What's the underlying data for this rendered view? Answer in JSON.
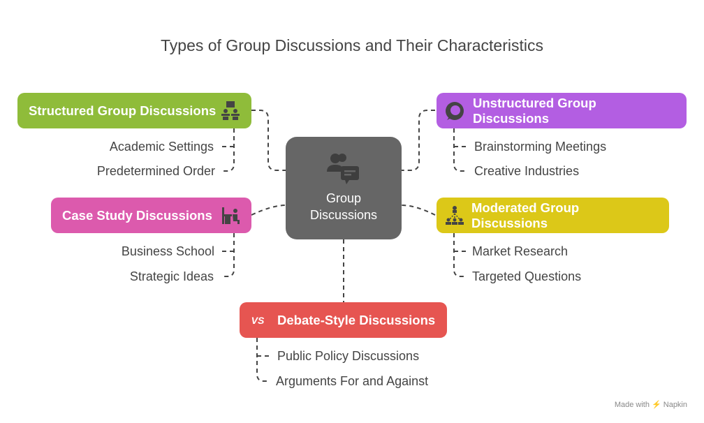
{
  "title": "Types of Group Discussions and Their Characteristics",
  "center": {
    "line1": "Group",
    "line2": "Discussions",
    "icon": "people-chat-icon"
  },
  "nodes": [
    {
      "label": "Structured Group Discussions",
      "color": "#8fbc3a",
      "icon": "presenter-audience-icon",
      "items": [
        "Academic Settings",
        "Predetermined Order"
      ]
    },
    {
      "label": "Unstructured Group Discussions",
      "color": "#b35ee2",
      "icon": "chat-bubble-icon",
      "items": [
        "Brainstorming Meetings",
        "Creative Industries"
      ]
    },
    {
      "label": "Case Study Discussions",
      "color": "#dc5aad",
      "icon": "desk-study-icon",
      "items": [
        "Business School",
        "Strategic Ideas"
      ]
    },
    {
      "label": "Moderated Group Discussions",
      "color": "#dcc818",
      "icon": "hierarchy-people-icon",
      "items": [
        "Market Research",
        "Targeted Questions"
      ]
    },
    {
      "label": "Debate-Style Discussions",
      "color": "#e65551",
      "icon": "vs-icon",
      "items": [
        "Public Policy Discussions",
        "Arguments For and Against"
      ]
    }
  ],
  "footer": "Made with ⚡ Napkin"
}
